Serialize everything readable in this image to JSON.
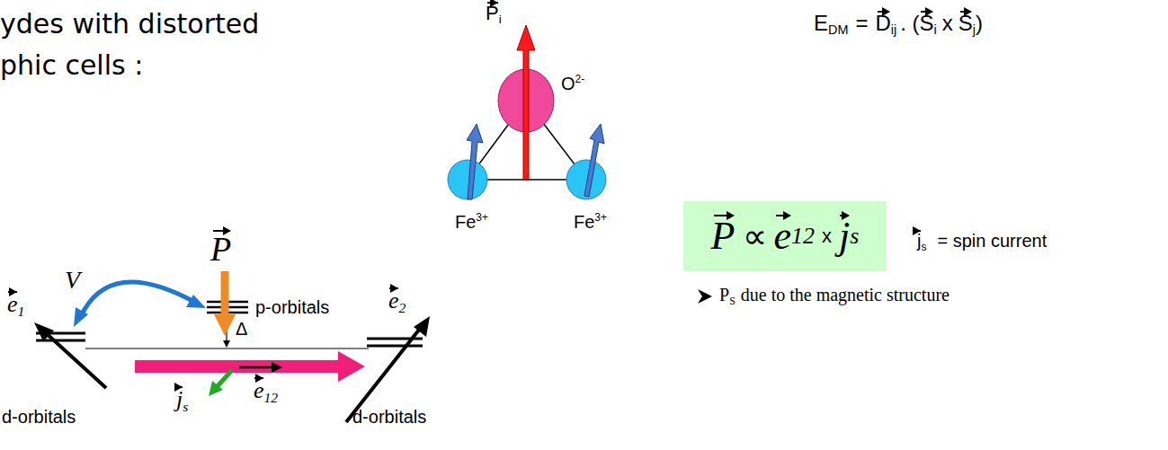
{
  "diagram": {
    "nodes": [
      {
        "text": [
          "P",
          "∝",
          "e",
          "12",
          "x",
          "j",
          "s"
        ]
      }
    ],
    "labels": [
      "ydes with distorted",
      "phic cells :",
      "P",
      "i",
      "O",
      "2-",
      "Fe",
      "3+",
      "Fe",
      "3+",
      "E",
      "DM",
      "=",
      "D",
      "ij",
      ". (",
      "S",
      "i",
      "x",
      "S",
      "j",
      ")",
      "j",
      "s",
      "= spin current",
      "P",
      "S",
      "due to the magnetic structure",
      "V",
      "e",
      "1",
      "P",
      "p-orbitals",
      "e",
      "2",
      "Δ",
      "j",
      "s",
      "e",
      "12",
      "d-orbitals",
      "d-orbitals"
    ]
  }
}
